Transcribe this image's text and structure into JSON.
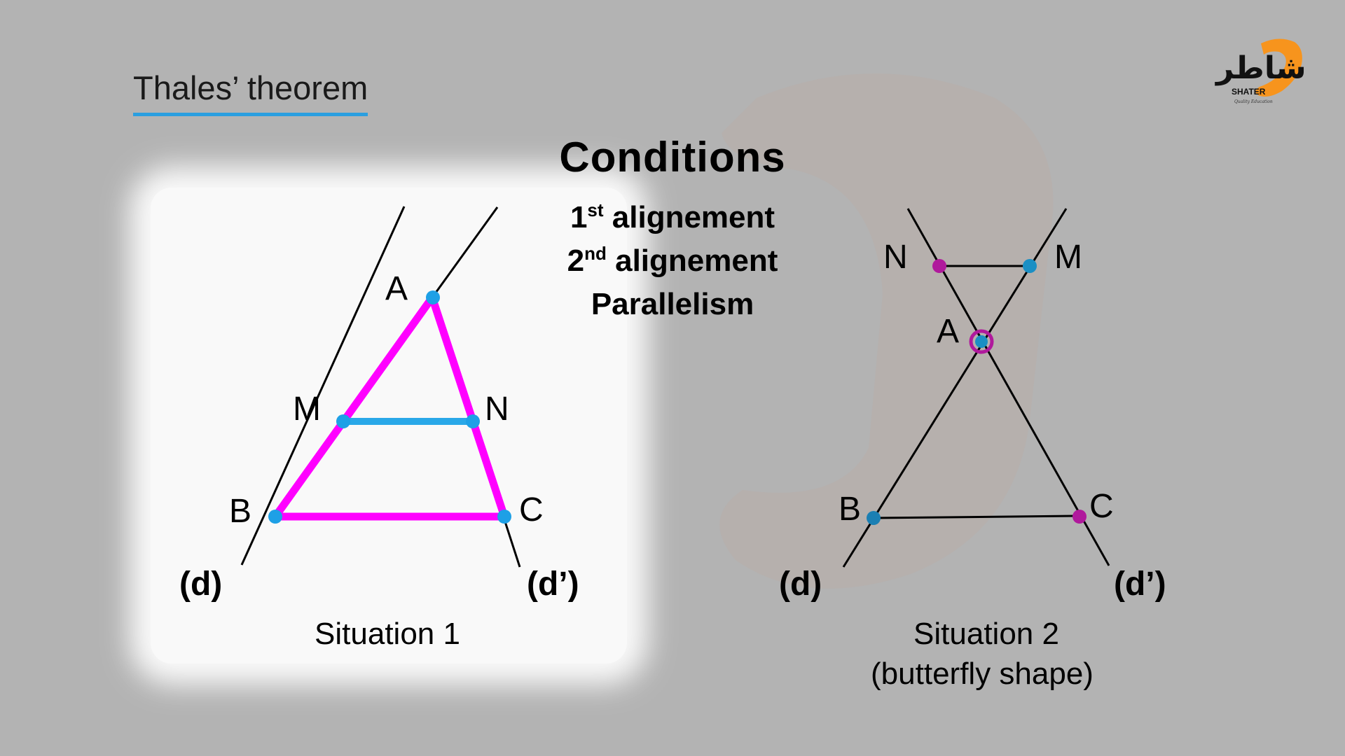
{
  "header": {
    "topic_title": "Thales’ theorem"
  },
  "conditions": {
    "title": "Conditions",
    "items": [
      {
        "number": "1",
        "suffix": "st",
        "text": " alignement"
      },
      {
        "number": "2",
        "suffix": "nd",
        "text": " alignement"
      },
      {
        "number": "",
        "suffix": "",
        "text": "Parallelism"
      }
    ]
  },
  "situation1": {
    "caption": "Situation 1",
    "labels": {
      "A": "A",
      "M": "M",
      "N": "N",
      "B": "B",
      "C": "C",
      "d": "(d)",
      "d_prime": "(d’)"
    }
  },
  "situation2": {
    "caption_line1": "Situation 2",
    "caption_line2": "(butterfly shape)",
    "labels": {
      "A": "A",
      "M": "M",
      "N": "N",
      "B": "B",
      "C": "C",
      "d": "(d)",
      "d_prime": "(d’)"
    }
  },
  "logo": {
    "arabic_text": "شاطر",
    "brand_text": "SHATER",
    "tagline": "Quality Education"
  },
  "colors": {
    "background": "#b3b3b3",
    "triangle_sides": "#ff00ff",
    "parallel_segment": "#29a8e8",
    "point_blue": "#1ea0e6",
    "point_magenta": "#b0199c",
    "underline": "#2a9fe0",
    "logo_orange": "#f7941d"
  }
}
